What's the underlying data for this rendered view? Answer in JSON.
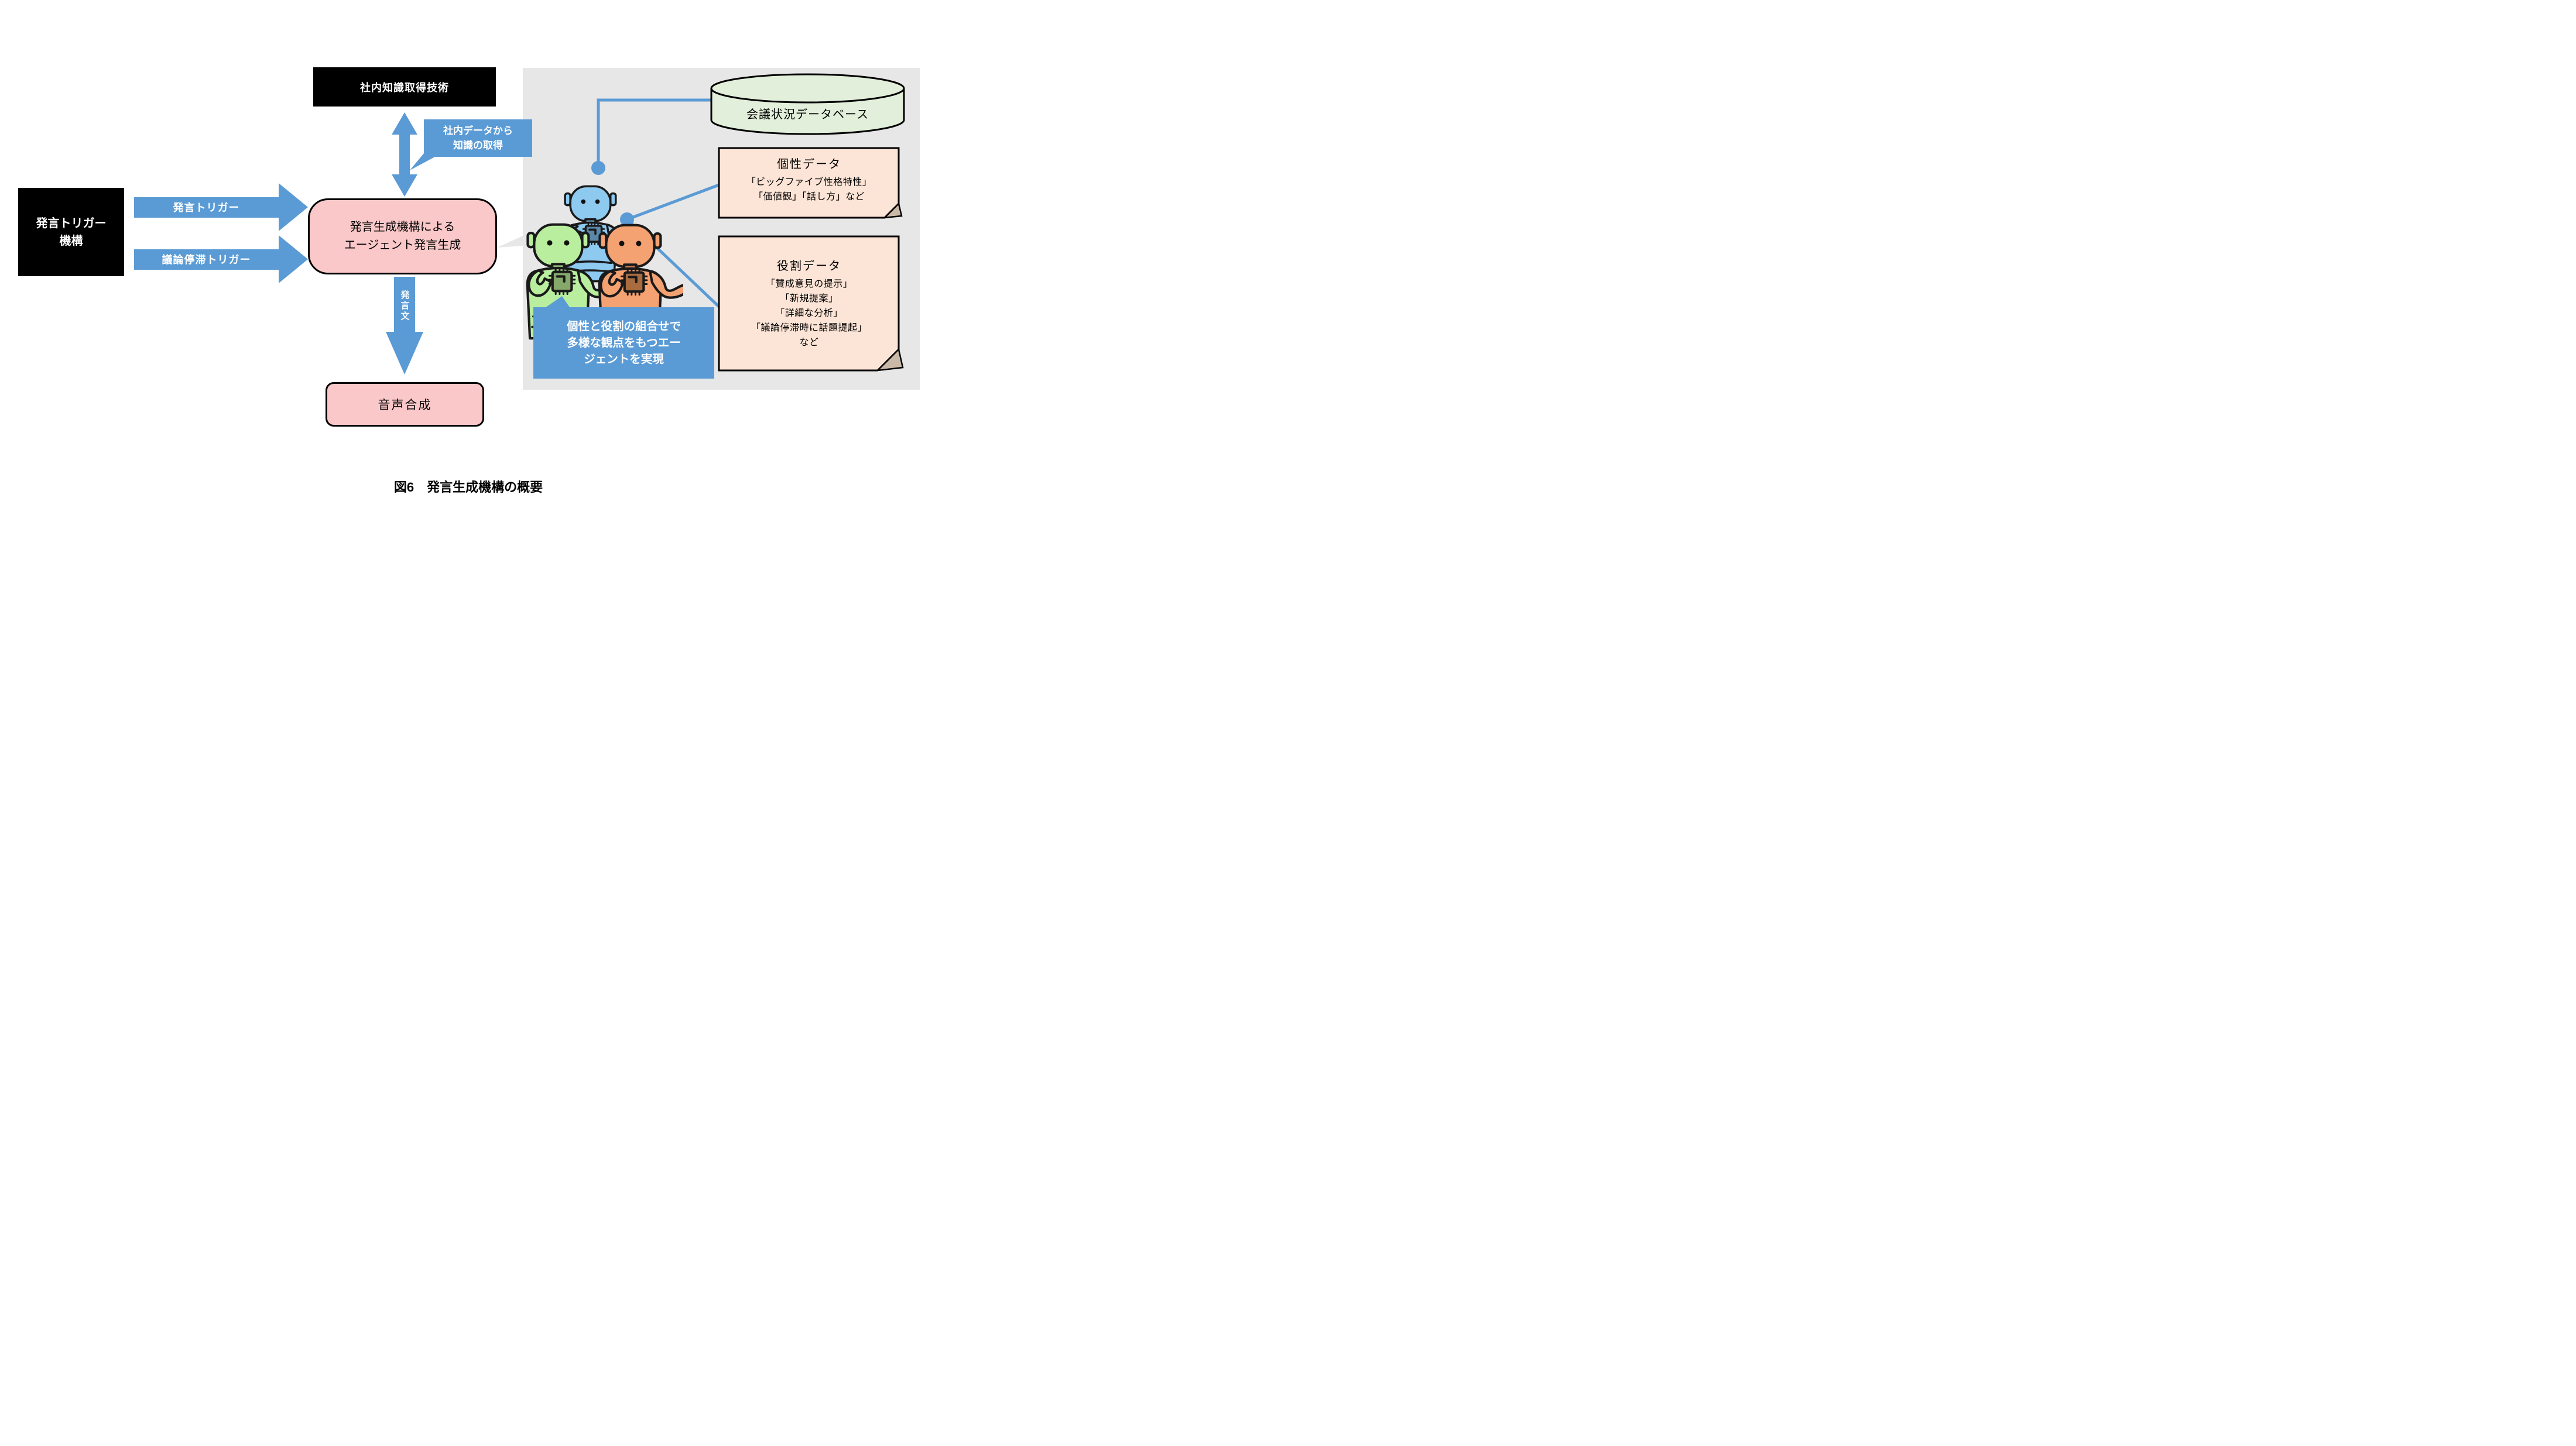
{
  "figure": {
    "caption": "図6　発言生成機構の概要"
  },
  "nodes": {
    "internal_knowledge": "社内知識取得技術",
    "trigger_mechanism": {
      "line1": "発言トリガー",
      "line2": "機構"
    },
    "speech_generation": {
      "line1": "発言生成機構による",
      "line2": "エージェント発言生成"
    },
    "speech_synthesis": "音声合成",
    "meeting_db": "会議状況データベース"
  },
  "arrows": {
    "speech_trigger": "発言トリガー",
    "stagnation_trigger": "議論停滞トリガー",
    "knowledge_acq": {
      "line1": "社内データから",
      "line2": "知識の取得"
    },
    "speech_text": "発言文"
  },
  "notes": {
    "personality": {
      "title": "個性データ",
      "lines": [
        "「ビッグファイブ性格特性」",
        "「価値観」「話し方」など"
      ]
    },
    "role": {
      "title": "役割データ",
      "lines": [
        "「賛成意見の提示」",
        "「新規提案」",
        "「詳細な分析」",
        "「議論停滞時に話題提起」",
        "など"
      ]
    }
  },
  "callout": {
    "lines": [
      "個性と役割の組合せで",
      "多様な観点をもつエー",
      "ジェントを実現"
    ]
  },
  "icons": {
    "database": "database-cylinder-icon",
    "agents": [
      "agent-robot-blue",
      "agent-robot-green",
      "agent-robot-orange"
    ]
  },
  "colors": {
    "accent_blue": "#5b9bd5",
    "panel_gray": "#e7e7e7",
    "pink": "#fac8c9",
    "peach_note": "#fce4d6",
    "db_green": "#e2efda",
    "fold": "#cbb9a7",
    "robot_blue": "#8ec9ef",
    "robot_green": "#b9ee9e",
    "robot_orange": "#f4a272"
  }
}
